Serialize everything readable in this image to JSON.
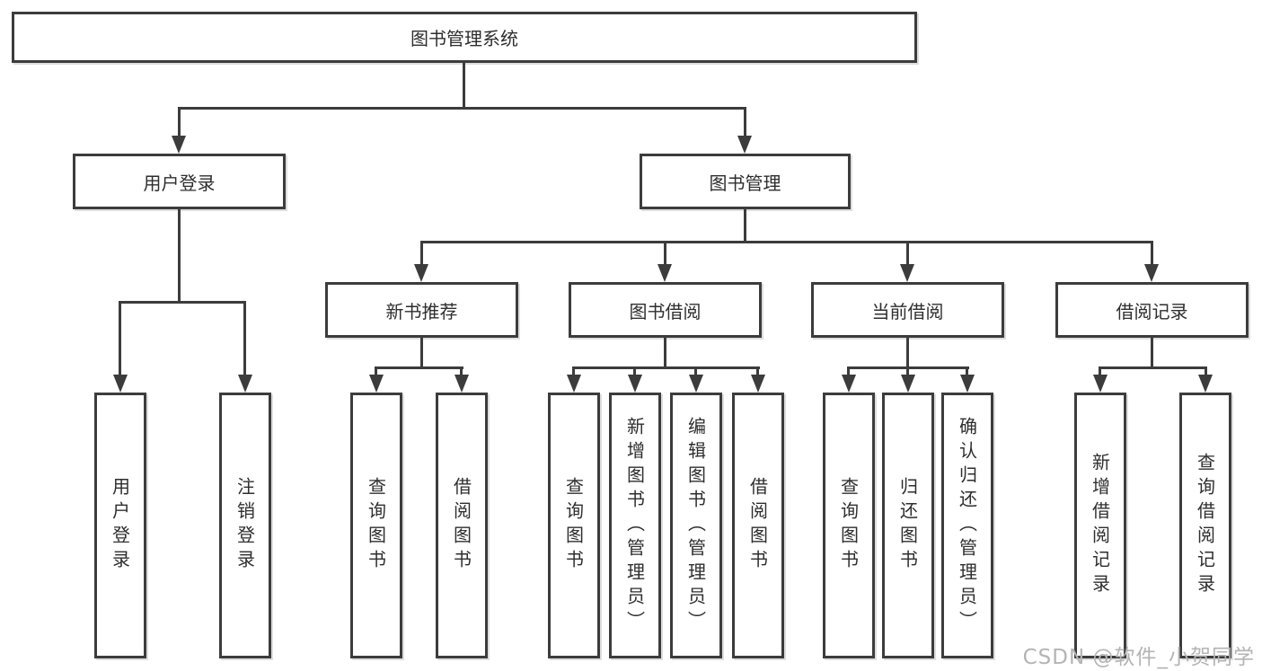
{
  "tree": {
    "root": {
      "label": "图书管理系统"
    },
    "branches": [
      {
        "label": "用户登录",
        "children": [
          {
            "label": "用户登录"
          },
          {
            "label": "注销登录"
          }
        ]
      },
      {
        "label": "图书管理",
        "children": [
          {
            "label": "新书推荐",
            "children": [
              {
                "label": "查询图书"
              },
              {
                "label": "借阅图书"
              }
            ]
          },
          {
            "label": "图书借阅",
            "children": [
              {
                "label": "查询图书"
              },
              {
                "label": "新增图书（管理员）"
              },
              {
                "label": "编辑图书（管理员）"
              },
              {
                "label": "借阅图书"
              }
            ]
          },
          {
            "label": "当前借阅",
            "children": [
              {
                "label": "查询图书"
              },
              {
                "label": "归还图书"
              },
              {
                "label": "确认归还（管理员）"
              }
            ]
          },
          {
            "label": "借阅记录",
            "children": [
              {
                "label": "新增借阅记录"
              },
              {
                "label": "查询借阅记录"
              }
            ]
          }
        ]
      }
    ]
  },
  "watermark": {
    "text": "CSDN @软件_小贺同学"
  },
  "colors": {
    "line": "#3c3c3c",
    "box_border": "#3c3c3c",
    "box_fill": "#ffffff",
    "text": "#2e2e2e",
    "watermark": "#b4b4b4"
  }
}
